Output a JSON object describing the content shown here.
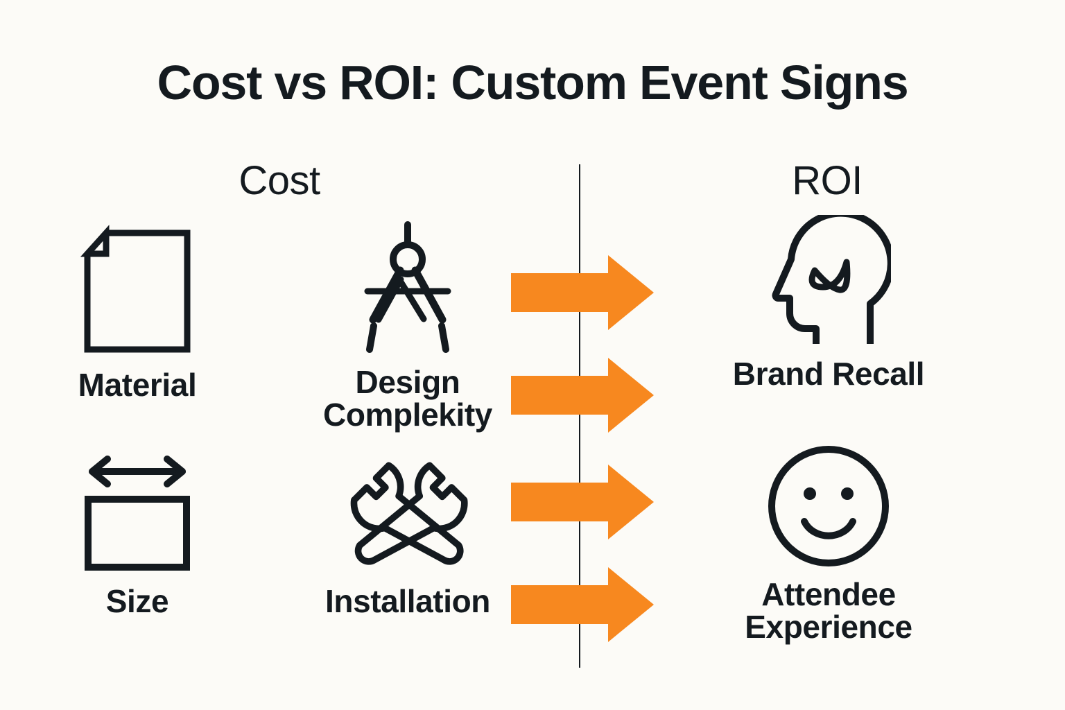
{
  "title": "Cost vs ROI: Custom Event Signs",
  "colors": {
    "background": "#FCFBF7",
    "ink": "#141A1F",
    "accent_orange": "#F7881F"
  },
  "columns": {
    "left_header": "Cost",
    "right_header": "ROI"
  },
  "cost_items": [
    {
      "label": "Material",
      "icon": "document-icon"
    },
    {
      "label": "Design\nComplekity",
      "icon": "compass-icon"
    },
    {
      "label": "Size",
      "icon": "width-rectangle-icon"
    },
    {
      "label": "Installation",
      "icon": "crossed-wrenches-icon"
    }
  ],
  "roi_items": [
    {
      "label": "Brand Recall",
      "icon": "head-profile-check-icon"
    },
    {
      "label": "Attendee\nExperience",
      "icon": "smiley-face-icon"
    }
  ],
  "arrows": [
    {
      "name": "arrow-1",
      "direction": "right"
    },
    {
      "name": "arrow-2",
      "direction": "right"
    },
    {
      "name": "arrow-3",
      "direction": "right"
    },
    {
      "name": "arrow-4",
      "direction": "right"
    }
  ],
  "divider": {
    "orientation": "vertical"
  }
}
